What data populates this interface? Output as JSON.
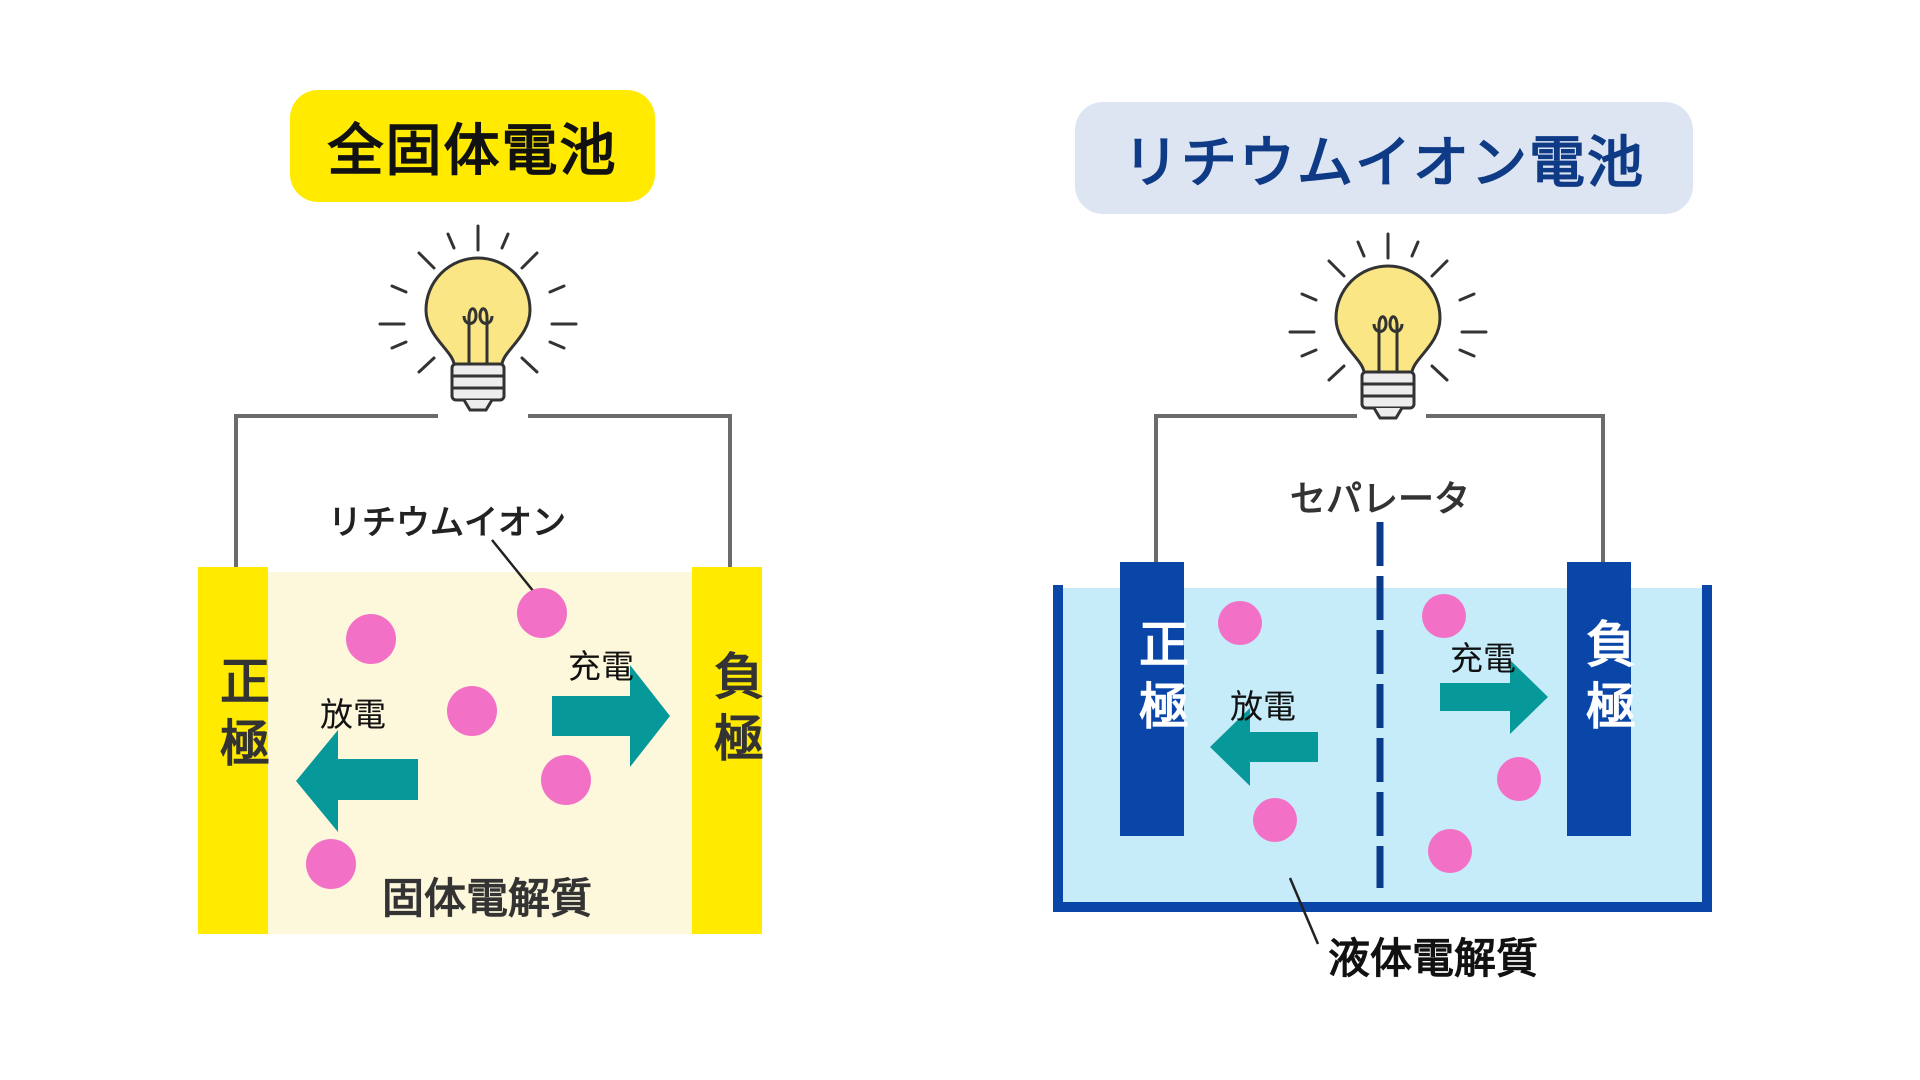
{
  "left_panel": {
    "title": "全固体電池",
    "cathode_label": "正極",
    "anode_label": "負極",
    "ion_label": "リチウムイオン",
    "charge_label": "充電",
    "discharge_label": "放電",
    "electrolyte_label": "固体電解質"
  },
  "right_panel": {
    "title": "リチウムイオン電池",
    "separator_label": "セパレータ",
    "cathode_label": "正極",
    "anode_label": "負極",
    "charge_label": "充電",
    "discharge_label": "放電",
    "electrolyte_label": "液体電解質"
  },
  "colors": {
    "yellow": "#ffea00",
    "solid_electrolyte": "#fdf7dc",
    "liquid_electrolyte": "#c6ecfa",
    "navy": "#0a45a8",
    "title_blue_bg": "#dde5f2",
    "title_blue_text": "#0f3a86",
    "ion_pink": "#f271c6",
    "arrow_teal": "#07989a",
    "wire_gray": "#6b6b6b",
    "bulb_yellow": "#fae684",
    "outline": "#333333"
  },
  "icons": [
    "light-bulb-icon",
    "right-arrow-icon",
    "left-arrow-icon"
  ]
}
